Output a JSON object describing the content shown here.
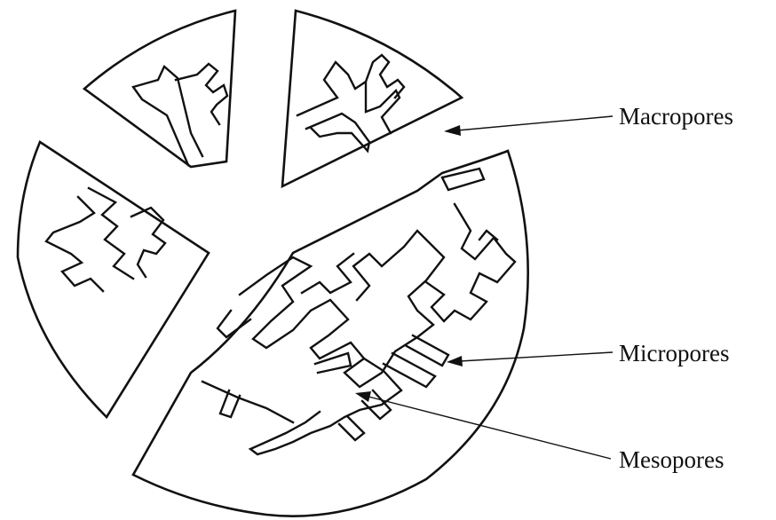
{
  "diagram": {
    "labels": {
      "macropores": "Macropores",
      "micropores": "Micropores",
      "mesopores": "Mesopores"
    },
    "colors": {
      "line": "#111111",
      "background": "#ffffff"
    }
  }
}
